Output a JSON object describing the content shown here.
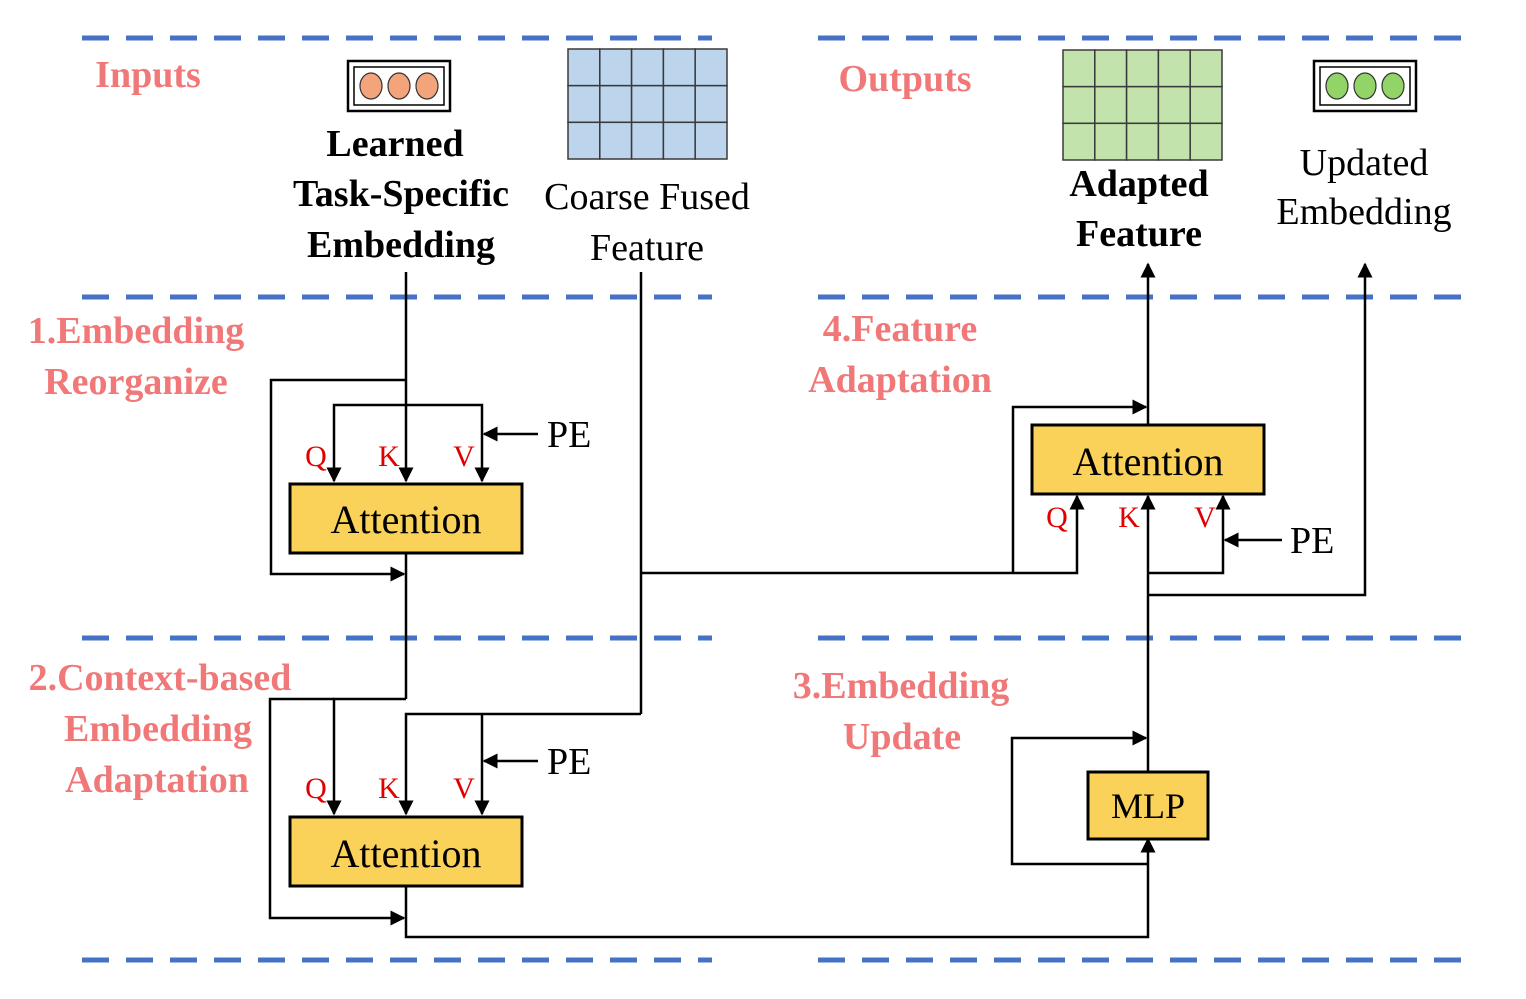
{
  "sections": {
    "inputs": "Inputs",
    "outputs": "Outputs",
    "step1": [
      "1.Embedding",
      "Reorganize"
    ],
    "step2": [
      "2.Context-based",
      "Embedding",
      "Adaptation"
    ],
    "step3": [
      "3.Embedding",
      "Update"
    ],
    "step4": [
      "4.Feature",
      "Adaptation"
    ]
  },
  "inputs": {
    "embedding_label": [
      "Learned",
      "Task-Specific",
      "Embedding"
    ],
    "feature_label": [
      "Coarse Fused",
      "Feature"
    ]
  },
  "outputs": {
    "feature_label": [
      "Adapted",
      "Feature"
    ],
    "embedding_label": [
      "Updated",
      "Embedding"
    ]
  },
  "blocks": {
    "attention": "Attention",
    "mlp": "MLP",
    "pe": "PE",
    "q": "Q",
    "k": "K",
    "v": "V"
  },
  "colors": {
    "section_text": "#f07878",
    "dashed_divider": "#4472c4",
    "block_fill": "#fad25a",
    "input_embedding_dots": "#f4a47a",
    "output_embedding_dots": "#92d468",
    "input_feature_grid": "#bcd4ec",
    "output_feature_grid": "#c2e3ab",
    "qkv_text": "#e00000"
  }
}
